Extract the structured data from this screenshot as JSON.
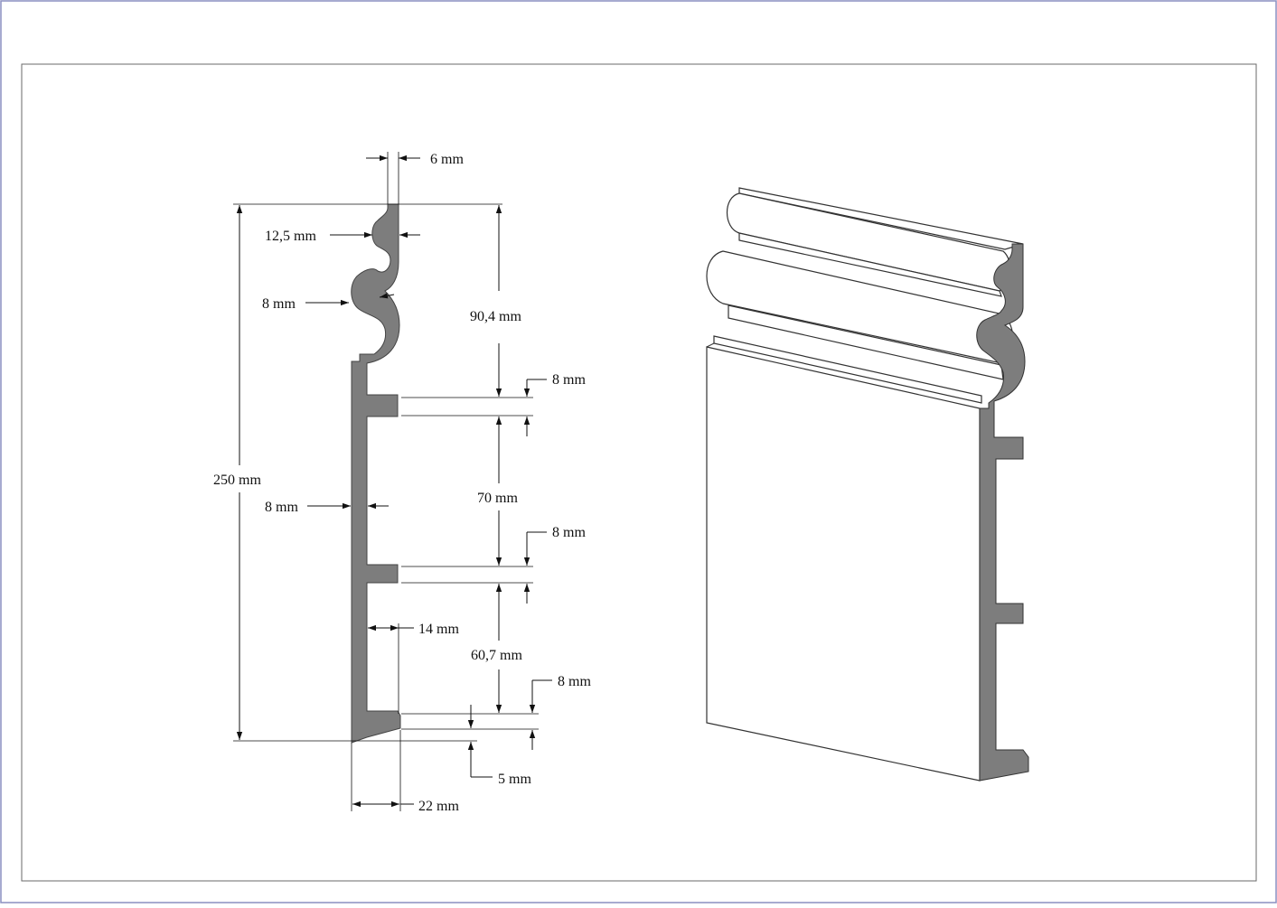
{
  "dimensions": {
    "top_width": "6 mm",
    "top_radius": "12,5 mm",
    "cove_radius": "8 mm",
    "top_section_height": "90,4 mm",
    "rib1_thickness": "8 mm",
    "total_height": "250 mm",
    "wall_thickness": "8 mm",
    "rib_spacing": "70 mm",
    "rib2_thickness": "8 mm",
    "rib_depth": "14 mm",
    "lower_spacing": "60,7 mm",
    "rib3_thickness": "8 mm",
    "bottom_offset": "5 mm",
    "total_depth": "22 mm"
  },
  "colors": {
    "profile_fill": "#7d7d7d",
    "line": "#111111",
    "frame": "#6a6a6a",
    "outer_frame": "#8a8fc0"
  }
}
